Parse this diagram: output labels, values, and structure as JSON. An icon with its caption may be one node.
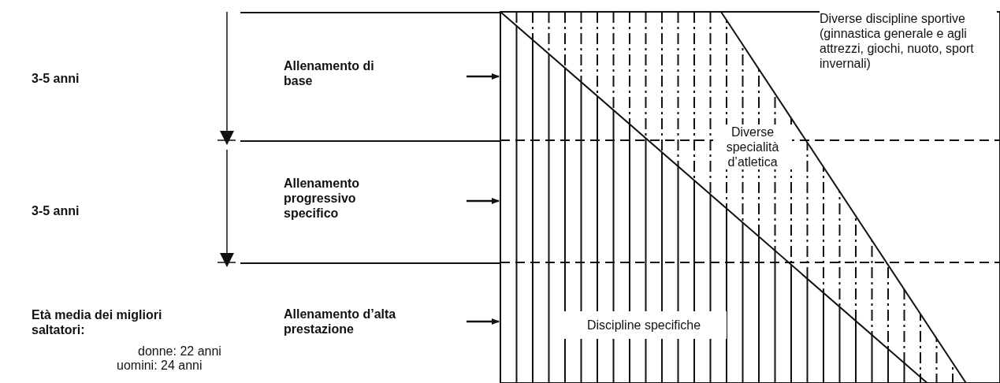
{
  "diagram": {
    "nodes": [
      {
        "text": [
          "Allenamento di base"
        ]
      },
      {
        "text": [
          "Allenamento progressivo specifico"
        ]
      },
      {
        "text": [
          "Allenamento d’alta prestazione"
        ]
      }
    ],
    "edges": [
      {
        "from": 0,
        "to": null,
        "arrow": "to"
      },
      {
        "from": 1,
        "to": null,
        "arrow": "to"
      },
      {
        "from": 2,
        "to": null,
        "arrow": "to"
      }
    ],
    "labels": [
      "3-5 anni",
      "3-5 anni",
      "Età media dei migliori saltatori:",
      "donne: 22 anni",
      "uomini: 24 anni",
      "Diverse discipline sportive (ginnastica generale e agli attrezzi, giochi, nuoto, sport invernali)",
      "Diverse specialità d’atletica",
      "Discipline specifiche"
    ]
  }
}
